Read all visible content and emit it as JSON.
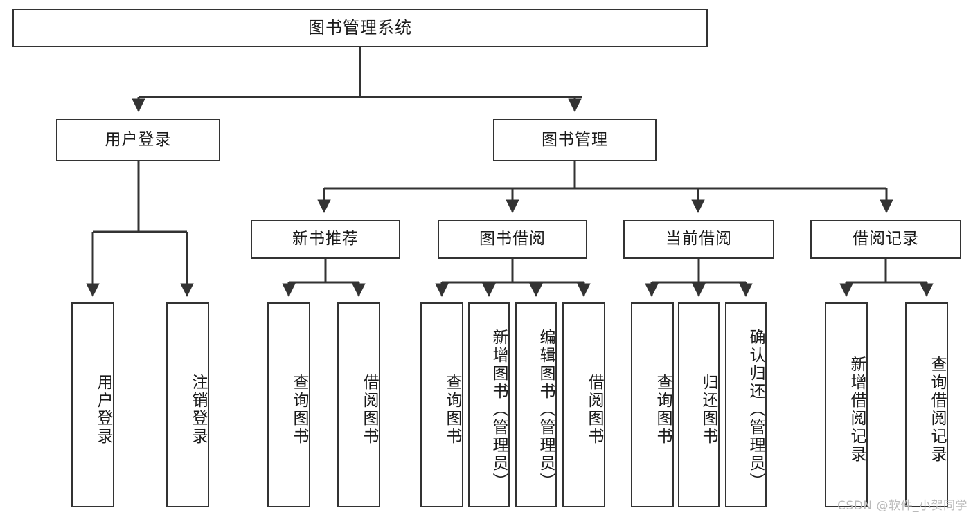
{
  "diagram": {
    "title": "图书管理系统",
    "type": "tree-hierarchy",
    "root": {
      "id": "root",
      "label": "图书管理系统"
    },
    "level2": [
      {
        "id": "user-login",
        "label": "用户登录"
      },
      {
        "id": "book-manage",
        "label": "图书管理"
      }
    ],
    "level3": [
      {
        "id": "new-book-rec",
        "label": "新书推荐",
        "parent": "book-manage"
      },
      {
        "id": "book-borrow",
        "label": "图书借阅",
        "parent": "book-manage"
      },
      {
        "id": "current-borrow",
        "label": "当前借阅",
        "parent": "book-manage"
      },
      {
        "id": "borrow-record",
        "label": "借阅记录",
        "parent": "book-manage"
      }
    ],
    "leaves": [
      {
        "id": "leaf-user-login",
        "label": "用户登录",
        "parent": "user-login"
      },
      {
        "id": "leaf-logout",
        "label": "注销登录",
        "parent": "user-login"
      },
      {
        "id": "leaf-query-book-1",
        "label": "查询图书",
        "parent": "new-book-rec"
      },
      {
        "id": "leaf-borrow-book-1",
        "label": "借阅图书",
        "parent": "new-book-rec"
      },
      {
        "id": "leaf-query-book-2",
        "label": "查询图书",
        "parent": "book-borrow"
      },
      {
        "id": "leaf-add-book",
        "label": "新增图书（管理员）",
        "parent": "book-borrow"
      },
      {
        "id": "leaf-edit-book",
        "label": "编辑图书（管理员）",
        "parent": "book-borrow"
      },
      {
        "id": "leaf-borrow-book-2",
        "label": "借阅图书",
        "parent": "book-borrow"
      },
      {
        "id": "leaf-query-book-3",
        "label": "查询图书",
        "parent": "current-borrow"
      },
      {
        "id": "leaf-return-book",
        "label": "归还图书",
        "parent": "current-borrow"
      },
      {
        "id": "leaf-confirm-return",
        "label": "确认归还（管理员）",
        "parent": "current-borrow"
      },
      {
        "id": "leaf-add-record",
        "label": "新增借阅记录",
        "parent": "borrow-record"
      },
      {
        "id": "leaf-query-record",
        "label": "查询借阅记录",
        "parent": "borrow-record"
      }
    ],
    "watermark": "CSDN @软件_小贺同学",
    "colors": {
      "stroke": "#333333",
      "fill": "#ffffff",
      "text": "#1a1a1a",
      "watermark": "#b9b9b9"
    }
  }
}
